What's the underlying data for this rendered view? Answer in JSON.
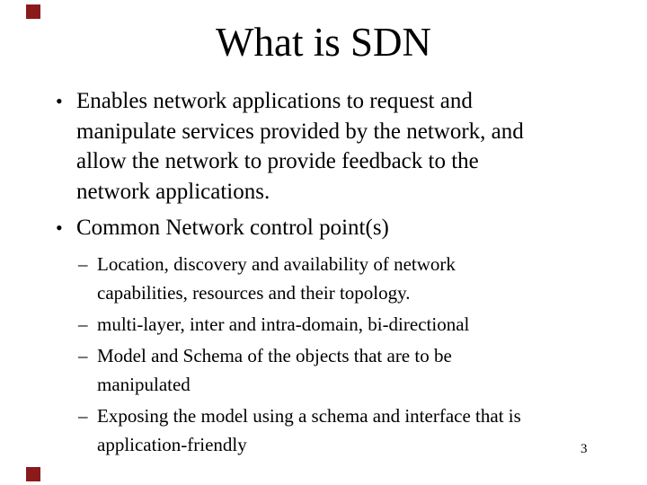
{
  "slide": {
    "title": "What is SDN",
    "page_number": "3",
    "accent_color": "#8B1A1A",
    "text_color": "#000000",
    "background_color": "#ffffff",
    "bullets": [
      {
        "level": 1,
        "marker": "•",
        "lines": [
          "Enables network applications to request and",
          "manipulate services provided by the network, and",
          "allow the network to provide feedback to the",
          "network applications."
        ]
      },
      {
        "level": 1,
        "marker": "•",
        "lines": [
          "Common Network control point(s)"
        ]
      },
      {
        "level": 2,
        "marker": "–",
        "lines": [
          "Location, discovery and availability of network",
          "capabilities, resources and their topology."
        ]
      },
      {
        "level": 2,
        "marker": "–",
        "lines": [
          "multi-layer, inter and intra-domain, bi-directional"
        ]
      },
      {
        "level": 2,
        "marker": "–",
        "lines": [
          "Model and Schema of the objects that are to be",
          "manipulated"
        ]
      },
      {
        "level": 2,
        "marker": "–",
        "lines": [
          "Exposing the model using a schema and interface that is",
          "application-friendly"
        ]
      }
    ]
  }
}
